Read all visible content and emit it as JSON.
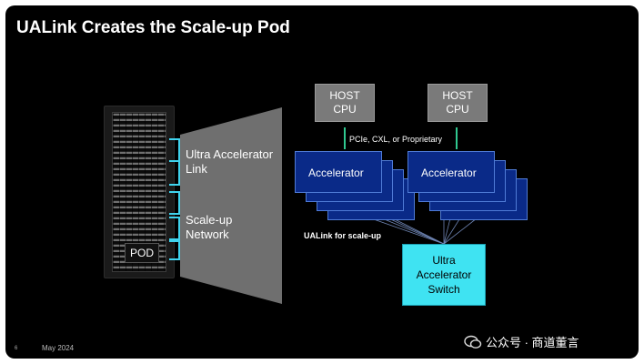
{
  "title": "UALink Creates the Scale-up Pod",
  "pod_label": "POD",
  "rack_callouts": {
    "link": [
      "Ultra Accelerator",
      "Link"
    ],
    "network": [
      "Scale-up",
      "Network"
    ]
  },
  "hosts": [
    {
      "line1": "HOST",
      "line2": "CPU"
    },
    {
      "line1": "HOST",
      "line2": "CPU"
    }
  ],
  "host_link_label": "PCIe, CXL, or Proprietary",
  "accelerator_label": "Accelerator",
  "accelerator_groups": 2,
  "accelerators_per_group": 4,
  "ualink_label": "UALink for scale-up",
  "switch": [
    "Ultra",
    "Accelerator",
    "Switch"
  ],
  "footer": {
    "slide_number": "6",
    "date": "May 2024"
  },
  "watermark": "公众号 · 商道董言",
  "colors": {
    "background": "#000000",
    "accelerator_fill": "#0a2a88",
    "switch_fill": "#3fe3f2",
    "host_fill": "#7a7a7a",
    "link_accent": "#3fd3ee"
  }
}
